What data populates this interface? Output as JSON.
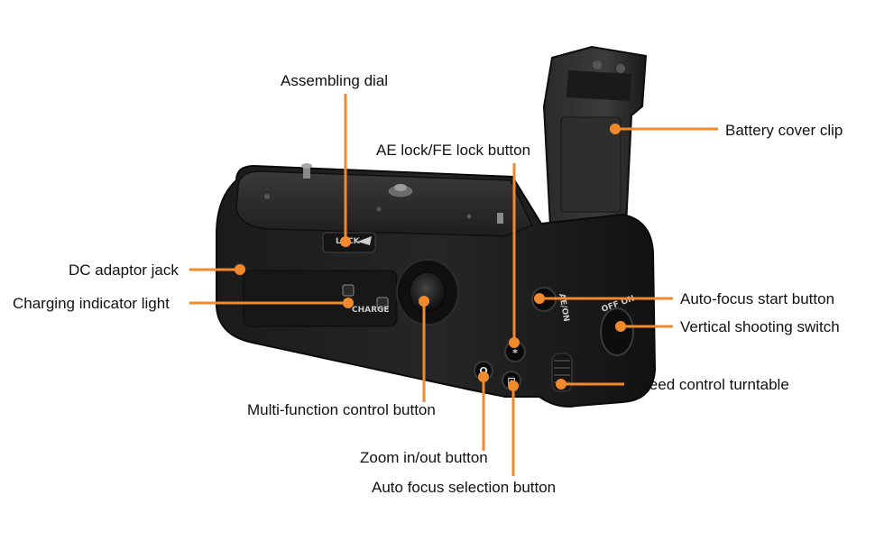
{
  "accent_color": "#f08a2c",
  "product": "camera-battery-grip",
  "embossed": {
    "lock": "LOCK",
    "charge": "CHARGE",
    "ae_af_on": "AE/ON",
    "off_on": "OFF  ON",
    "star": "*",
    "zoom": "Q",
    "af_point": "⊡"
  },
  "callouts": [
    {
      "id": "assembling-dial",
      "label": "Assembling dial"
    },
    {
      "id": "battery-cover-clip",
      "label": "Battery cover clip"
    },
    {
      "id": "ae-lock-fe-lock-button",
      "label": "AE lock/FE lock button"
    },
    {
      "id": "dc-adaptor-jack",
      "label": "DC adaptor jack"
    },
    {
      "id": "charging-indicator-light",
      "label": "Charging indicator light"
    },
    {
      "id": "auto-focus-start-button",
      "label": "Auto-focus start button"
    },
    {
      "id": "vertical-shooting-switch",
      "label": "Vertical shooting switch"
    },
    {
      "id": "speed-control-turntable",
      "label": "Speed control turntable"
    },
    {
      "id": "multi-function-control-button",
      "label": "Multi-function control button"
    },
    {
      "id": "zoom-in-out-button",
      "label": "Zoom in/out button"
    },
    {
      "id": "auto-focus-selection-button",
      "label": "Auto focus selection button"
    }
  ]
}
